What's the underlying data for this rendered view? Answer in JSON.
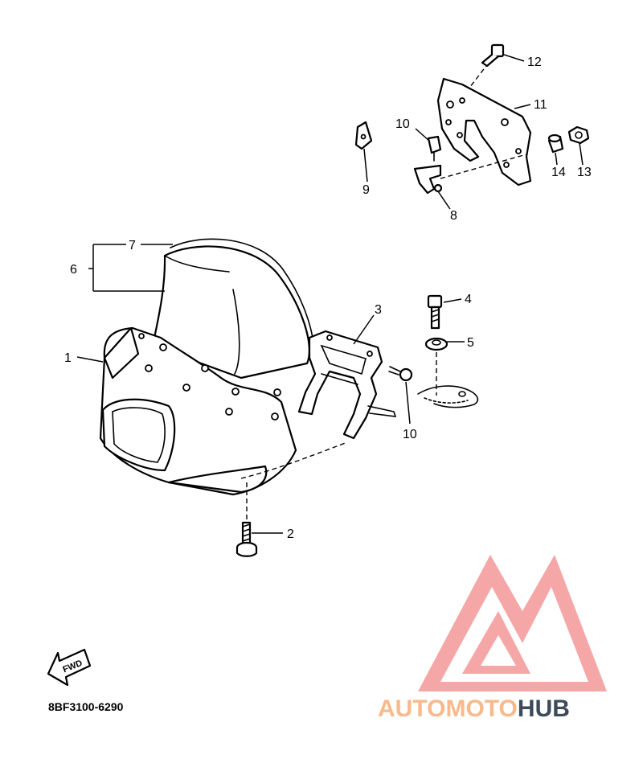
{
  "diagram": {
    "code": "8BF3100-6290",
    "fwd_label": "FWD",
    "callouts": {
      "c1": "1",
      "c2": "2",
      "c3": "3",
      "c4": "4",
      "c5": "5",
      "c6": "6",
      "c7": "7",
      "c8": "8",
      "c9": "9",
      "c10a": "10",
      "c10b": "10",
      "c11": "11",
      "c12": "12",
      "c13": "13",
      "c14": "14"
    }
  },
  "watermark": {
    "brand_part1": "AUTOMOTO",
    "brand_part2": "HUB",
    "color_light": "#f9c79e",
    "color_mid": "#f4a07a",
    "color_dark": "#3d4a5a",
    "color_logo": "#f28a8a"
  }
}
